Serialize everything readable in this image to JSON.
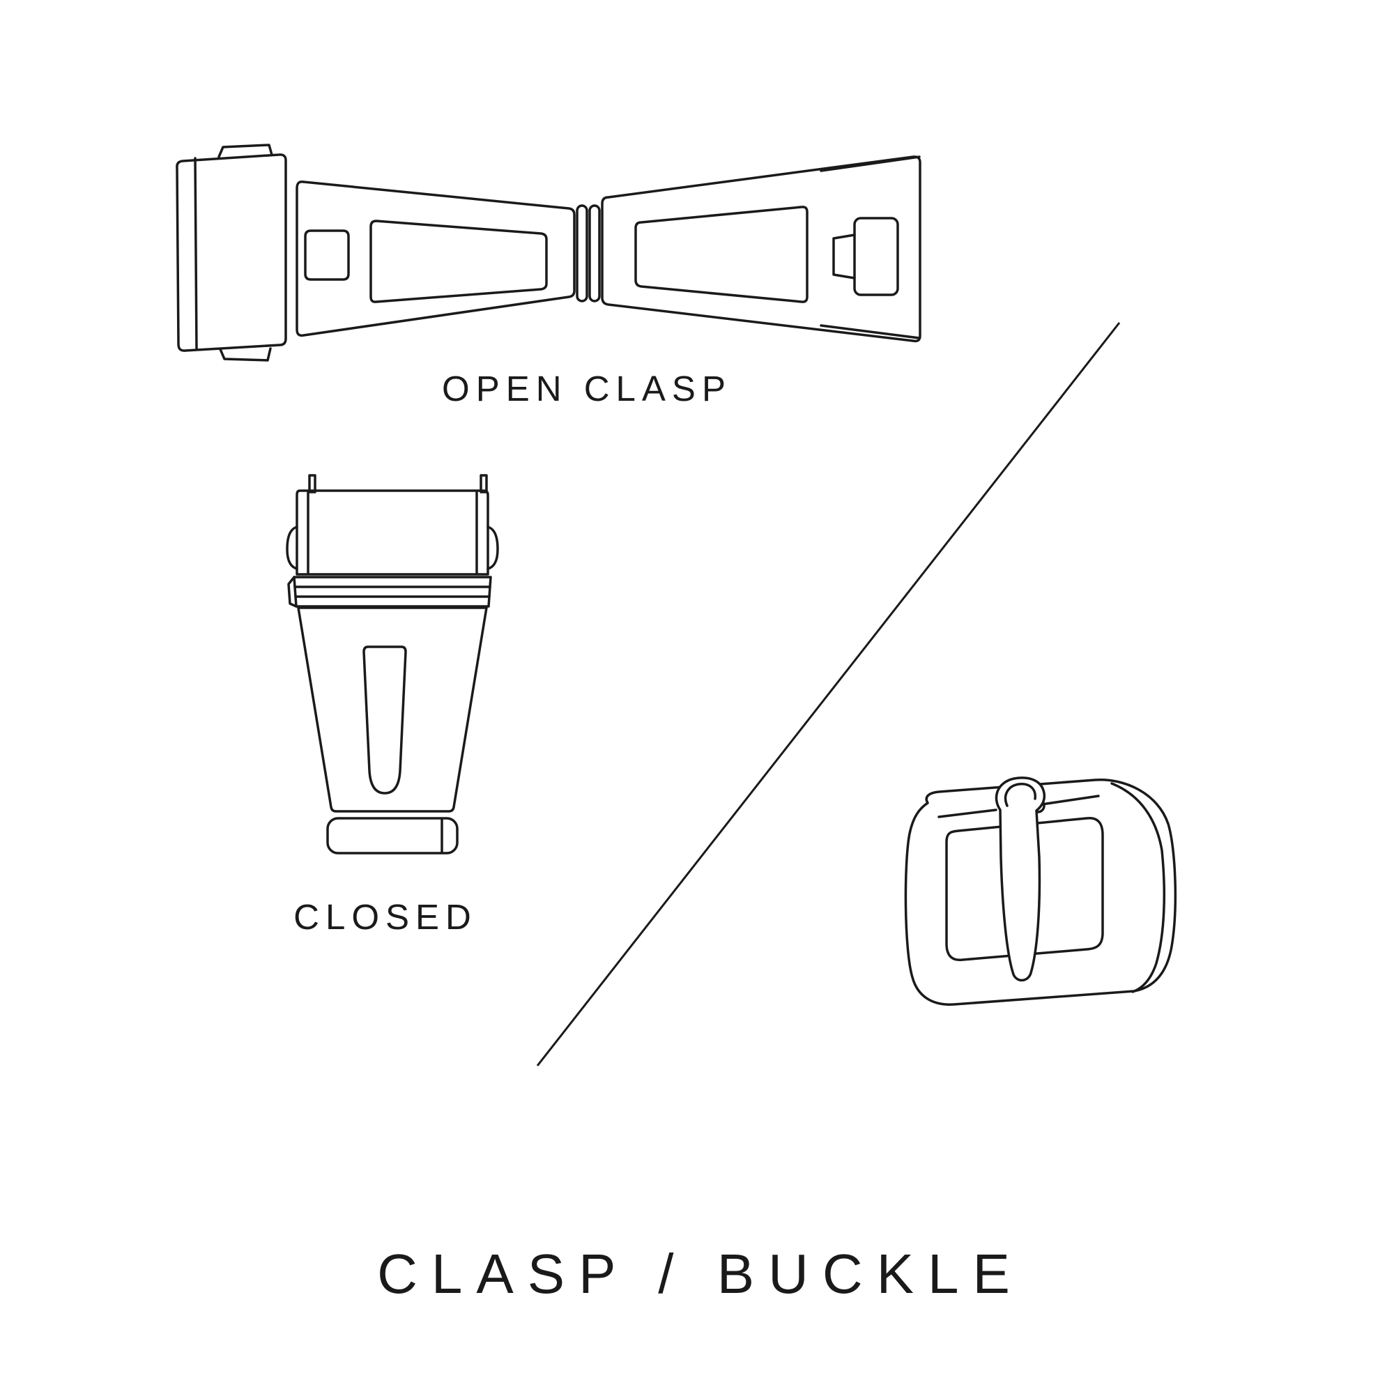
{
  "page": {
    "background": "#ffffff",
    "line_color": "#1a1a1a"
  },
  "labels": {
    "open_clasp": "OPEN CLASP",
    "closed": "CLOSED",
    "title": "CLASP / BUCKLE"
  }
}
